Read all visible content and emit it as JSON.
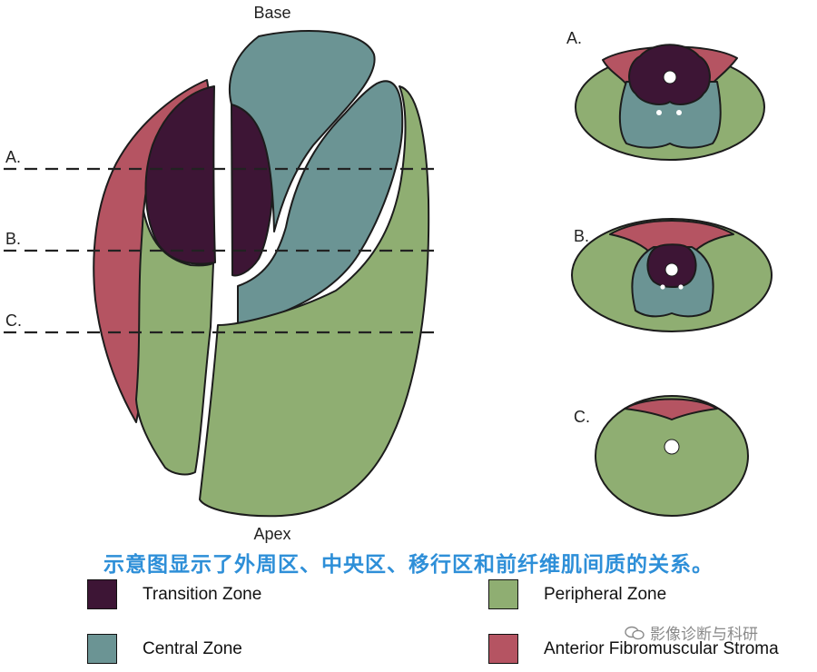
{
  "labels": {
    "base": "Base",
    "apex": "Apex",
    "level_a": "A.",
    "level_b": "B.",
    "level_c": "C.",
    "section_a": "A.",
    "section_b": "B.",
    "section_c": "C."
  },
  "caption": "示意图显示了外周区、中央区、移行区和前纤维肌间质的关系。",
  "legend": {
    "transition": {
      "label": "Transition Zone",
      "color": "#3d1535"
    },
    "central": {
      "label": "Central Zone",
      "color": "#6b9494"
    },
    "peripheral": {
      "label": "Peripheral Zone",
      "color": "#8fae72"
    },
    "stroma": {
      "label": "Anterior Fibromuscular Stroma",
      "color": "#b55462"
    }
  },
  "watermark": {
    "text": "影像诊断与科研",
    "icon": "wechat-icon"
  }
}
